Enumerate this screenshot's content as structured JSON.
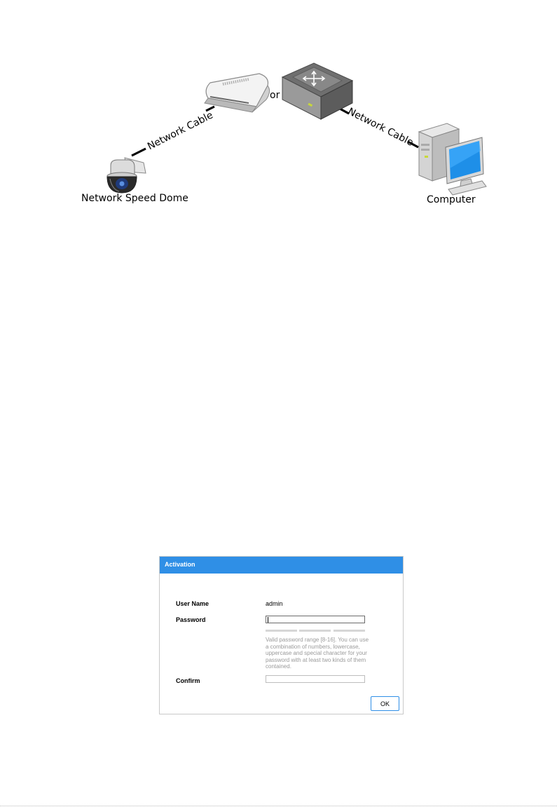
{
  "diagram": {
    "label_or": "or",
    "label_cable_left": "Network Cable",
    "label_cable_right": "Network Cable",
    "label_dome": "Network Speed Dome",
    "label_computer": "Computer"
  },
  "activation_dialog": {
    "title": "Activation",
    "user_name_label": "User Name",
    "user_name_value": "admin",
    "password_label": "Password",
    "password_hint": "Valid password range [8-16]. You can use a combination of numbers, lowercase, uppercase and special character for your password with at least two kinds of them contained.",
    "confirm_label": "Confirm",
    "ok_label": "OK"
  },
  "colors": {
    "header_blue": "#2f8fe6",
    "hint_gray": "#9a9a9a"
  },
  "icons": [
    "speed-dome-camera-icon",
    "router-icon",
    "network-switch-icon",
    "computer-icon"
  ]
}
